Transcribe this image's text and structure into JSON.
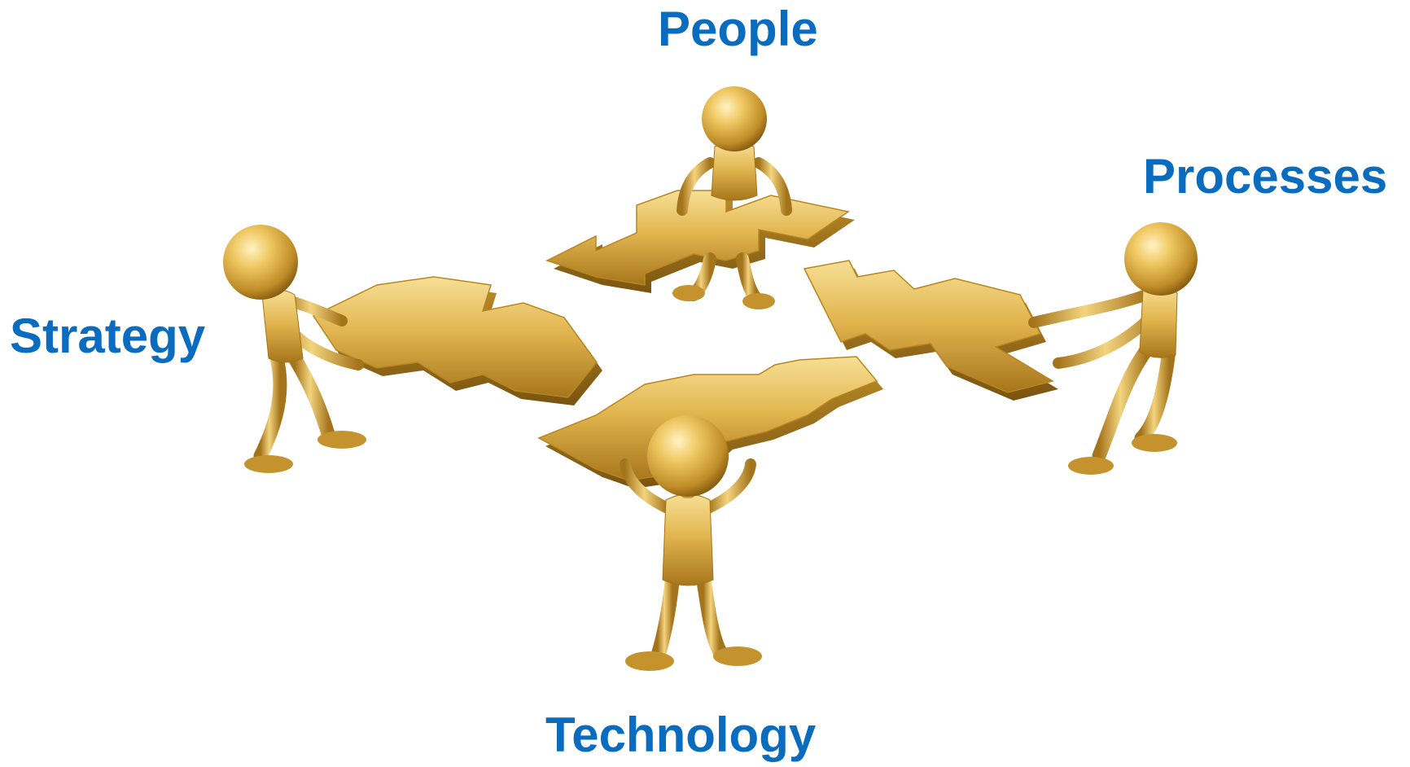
{
  "labels": {
    "people": "People",
    "processes": "Processes",
    "strategy": "Strategy",
    "technology": "Technology"
  },
  "colors": {
    "label": "#0a6cbf",
    "gold_light": "#f7df95",
    "gold_mid": "#e2b650",
    "gold_dark": "#9c6d16",
    "gold_shadow": "#7a5410",
    "background": "#ffffff"
  },
  "figures": [
    "figure-people",
    "figure-processes",
    "figure-strategy",
    "figure-technology"
  ],
  "arrow_pieces": [
    "arrow-piece-people",
    "arrow-piece-processes",
    "arrow-piece-strategy",
    "arrow-piece-technology"
  ]
}
